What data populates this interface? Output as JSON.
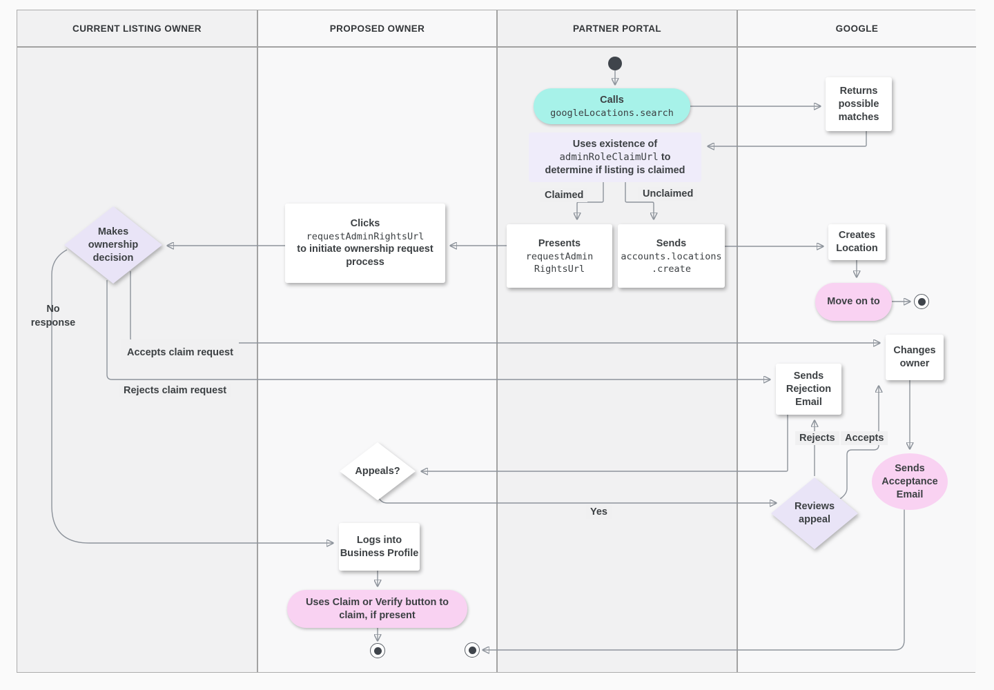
{
  "header": {
    "lanes": [
      "CURRENT LISTING OWNER",
      "PROPOSED OWNER",
      "PARTNER PORTAL",
      "GOOGLE"
    ]
  },
  "nodes": {
    "calls_search": {
      "title": "Calls",
      "code": "googleLocations.search"
    },
    "returns_matches": {
      "text": "Returns possible matches"
    },
    "uses_existence": {
      "pre": "Uses existence of",
      "code": "adminRoleClaimUrl",
      "post": "to determine if listing is claimed"
    },
    "presents_url": {
      "title": "Presents",
      "code_lines": [
        "requestAdmin",
        "RightsUrl"
      ]
    },
    "sends_create": {
      "title": "Sends",
      "code_lines": [
        "accounts.locations",
        ".create"
      ]
    },
    "clicks_url": {
      "title": "Clicks",
      "code": "requestAdminRightsUrl",
      "post": "to initiate ownership request process"
    },
    "makes_decision": {
      "text": "Makes ownership decision"
    },
    "creates_location": {
      "text": "Creates Location"
    },
    "move_on": {
      "text": "Move on to"
    },
    "changes_owner": {
      "text": "Changes owner"
    },
    "sends_rejection": {
      "text": "Sends Rejection Email"
    },
    "appeals": {
      "text": "Appeals?"
    },
    "reviews_appeal": {
      "text": "Reviews appeal"
    },
    "sends_acceptance": {
      "text": "Sends Acceptance Email"
    },
    "logs_into_profile": {
      "text": "Logs into Business Profile"
    },
    "uses_claim_button": {
      "text": "Uses Claim or Verify button to claim, if present"
    }
  },
  "edge_labels": {
    "claimed": "Claimed",
    "unclaimed": "Unclaimed",
    "no_response": "No response",
    "accepts_claim": "Accepts claim request",
    "rejects_claim": "Rejects claim request",
    "rejects": "Rejects",
    "accepts": "Accepts",
    "yes": "Yes"
  },
  "colors": {
    "teal": "#a7f2e9",
    "lavender": "#e9e4f7",
    "lavender_panel": "#efecfa",
    "pink": "#f9d2f2",
    "ink": "#3c4043",
    "lane_dark": "#f1f1f2",
    "lane_light": "#f8f8f9"
  }
}
